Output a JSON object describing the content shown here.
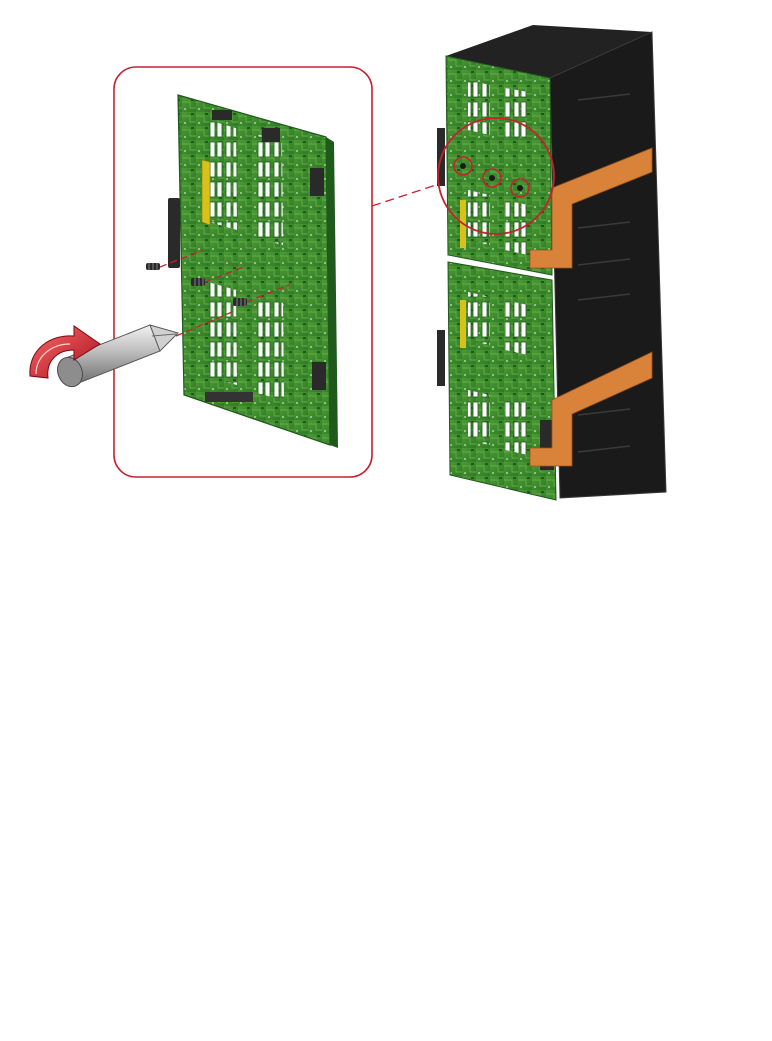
{
  "figure": {
    "detail_view": "callout-detail",
    "chassis_view": "backplane-chassis",
    "screw_count": 3,
    "colors": {
      "callout": "#c8202f",
      "board": "#3a8a2e",
      "board_dark": "#1f5a1c",
      "board_light": "#6fb84a",
      "connector_yellow": "#d8c21a",
      "chassis": "#1a1a1a",
      "chassis_edge": "#3a3a3a",
      "cable_orange": "#d9823a",
      "tool_metal": "#b9b9b9",
      "arrow_red": "#c8202f"
    },
    "icons": [
      "screwdriver-icon",
      "rotate-arrow-icon",
      "screw-icon"
    ]
  }
}
